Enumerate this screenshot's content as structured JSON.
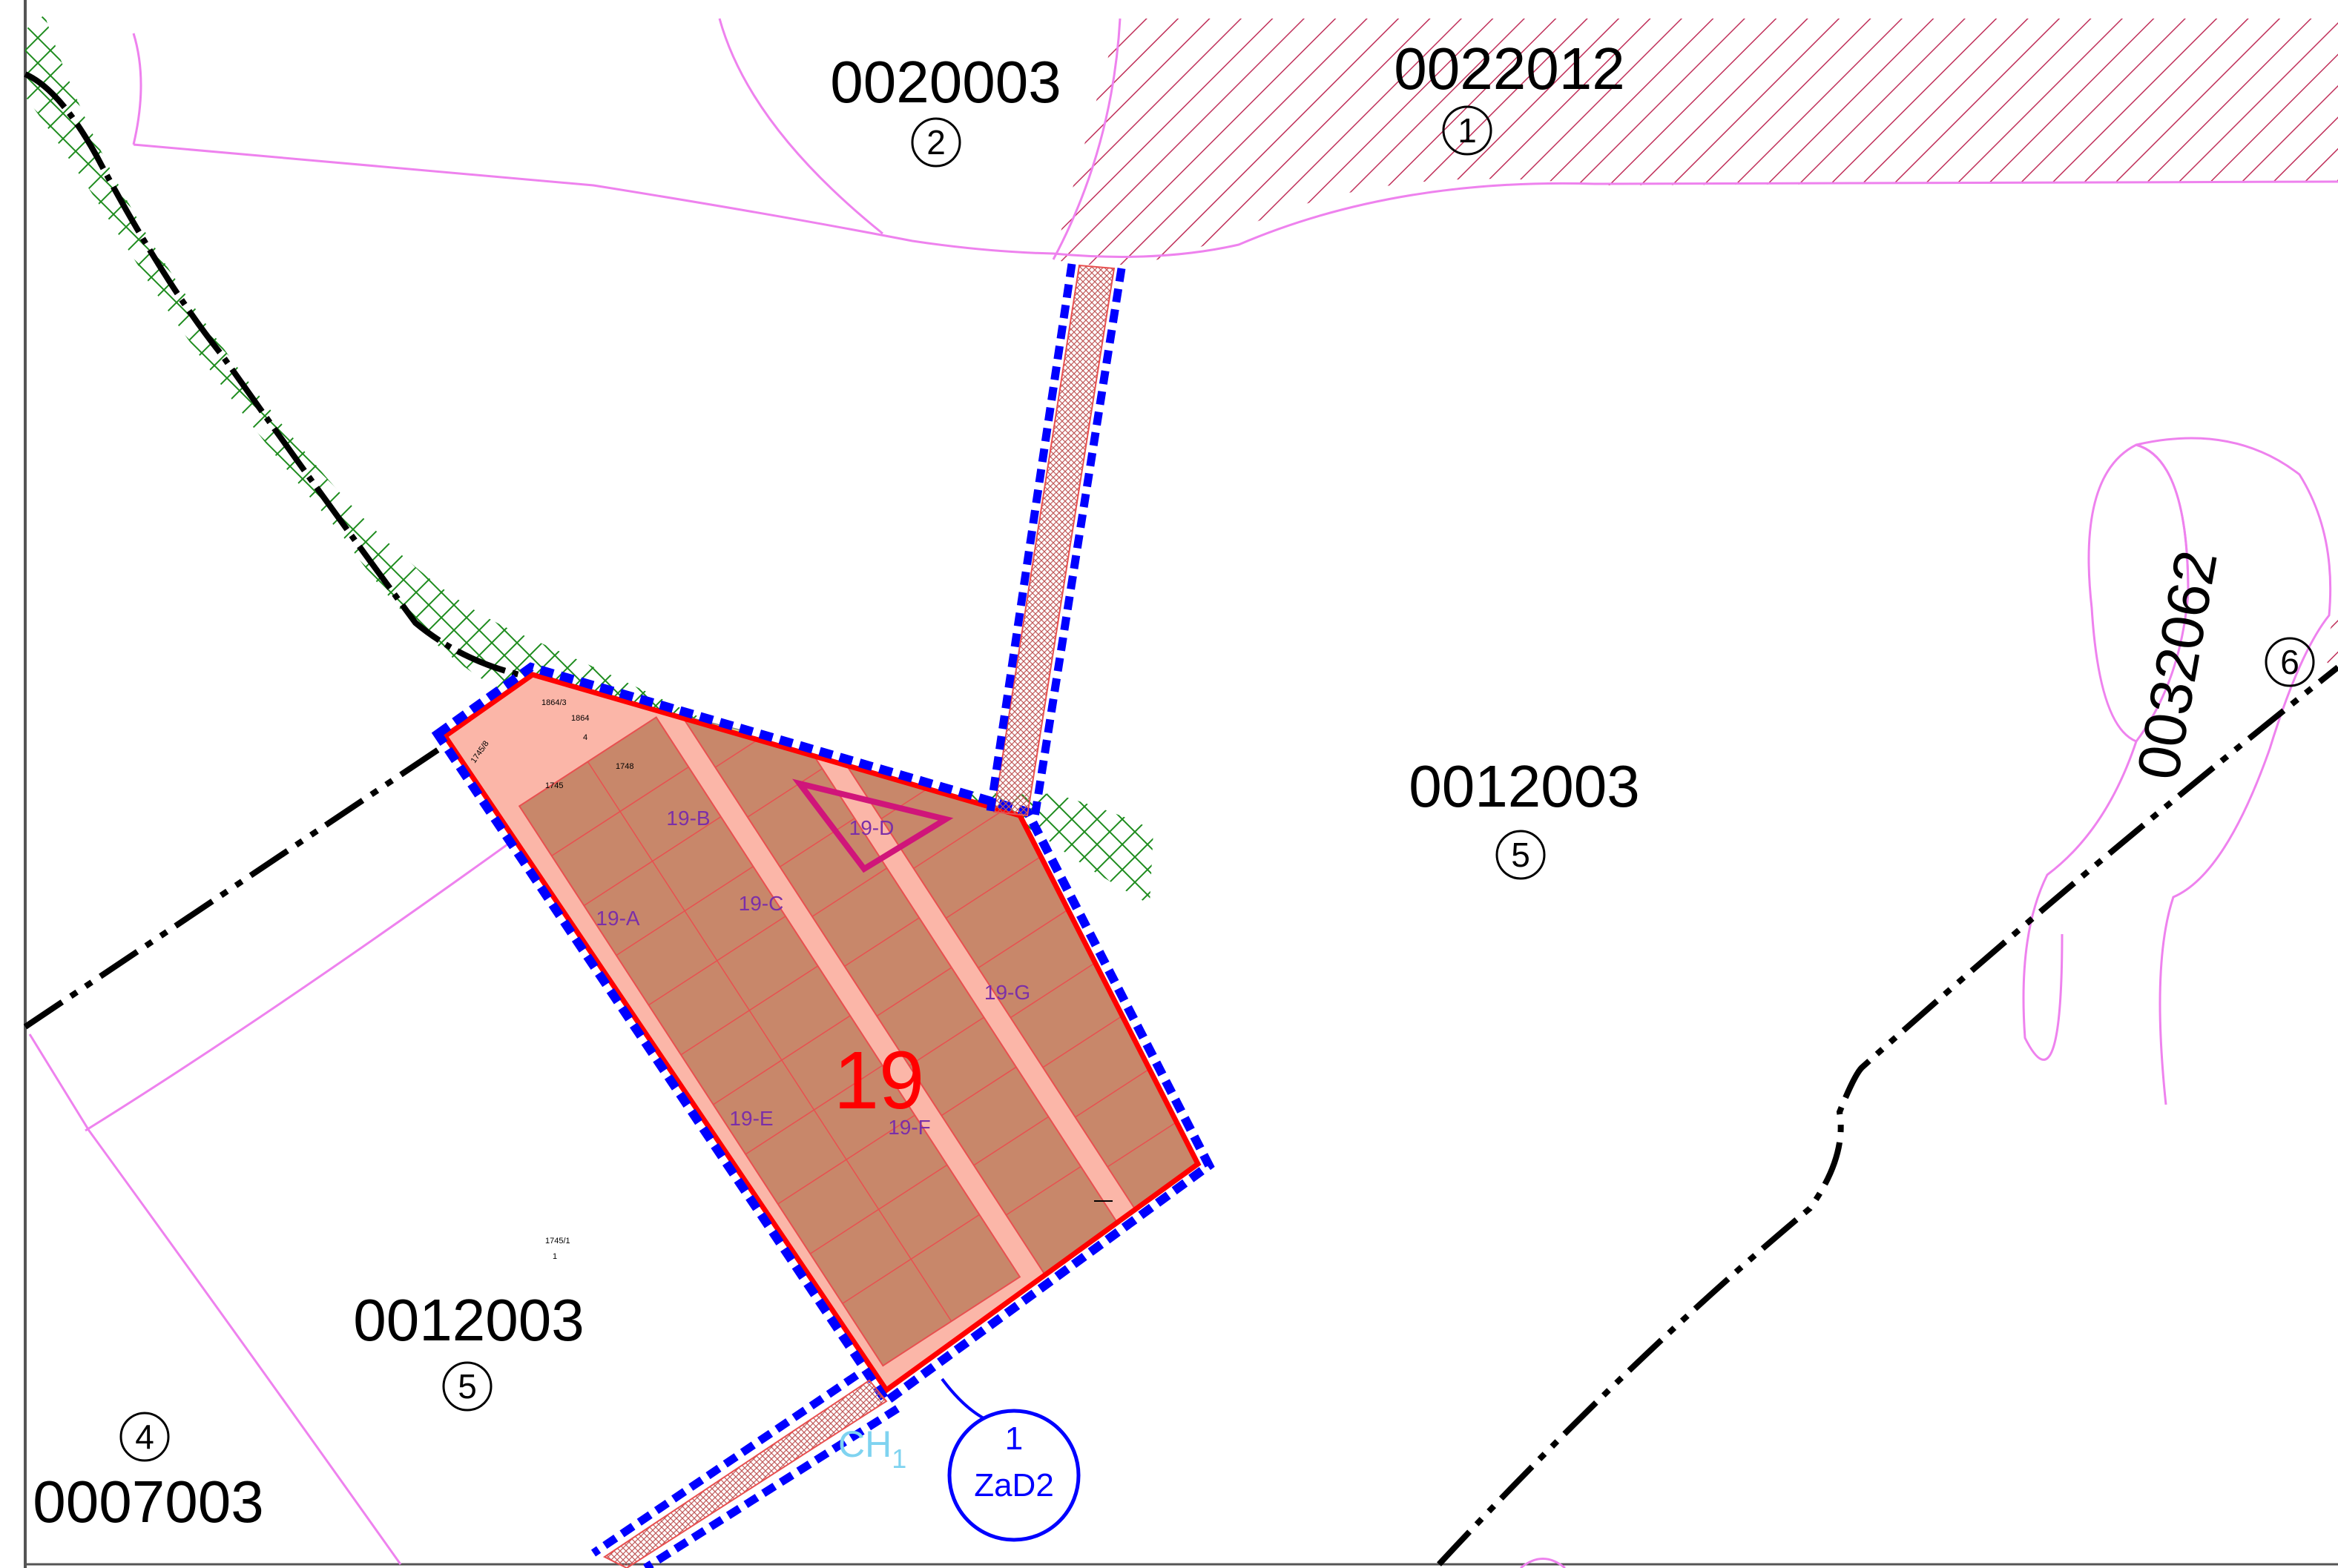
{
  "zones": [
    {
      "code": "0020003",
      "num": "2"
    },
    {
      "code": "0022012",
      "num": "1"
    },
    {
      "code": "0032062",
      "num": "6"
    },
    {
      "code": "0012003",
      "num": "5"
    },
    {
      "code": "0012003",
      "num": "5"
    },
    {
      "code": "0007003",
      "num": "4"
    }
  ],
  "locality": {
    "number": "19",
    "subzones": [
      "19-A",
      "19-B",
      "19-C",
      "19-D",
      "19-E",
      "19-F",
      "19-G"
    ]
  },
  "parcels": [
    "1864/3",
    "1864",
    "4",
    "1745/8",
    "1745",
    "1748",
    "1745/1",
    "1"
  ],
  "corridor": {
    "label": "CH",
    "subscript": "1"
  },
  "change_marker": {
    "number": "1",
    "label": "ZaD2"
  },
  "colors": {
    "boundary_pink": "#ee82ee",
    "plot_red": "#ff0000",
    "plot_fill": "#c8876a",
    "corridor_blue": "#0000ff",
    "forest_green": "#1e8c1e",
    "hatch_crimson": "#c0305a",
    "meadow_yellow": "#d8e87a",
    "ch_label": "#7fd3f0"
  }
}
